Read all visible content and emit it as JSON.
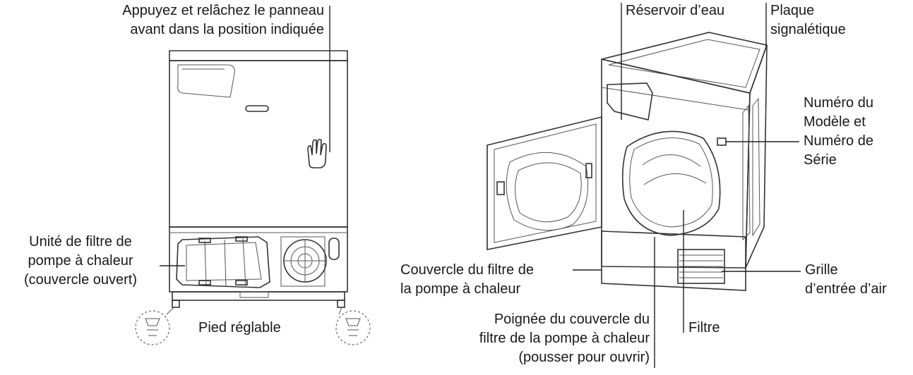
{
  "labels": {
    "press_panel": "Appuyez et relâchez le panneau\navant dans la position indiquée",
    "heat_pump_filter_unit": "Unité de filtre de\npompe à chaleur\n(couvercle ouvert)",
    "adjustable_foot": "Pied réglable",
    "water_tank": "Réservoir d’eau",
    "rating_plate": "Plaque\nsignalétique",
    "model_serial_number": "Numéro du\nModèle et\nNuméro de\nSérie",
    "filter_cover": "Couvercle du filtre de\nla pompe à chaleur",
    "air_inlet_grille": "Grille\nd’entrée d’air",
    "filter_cover_handle": "Poignée du couvercle du\nfiltre de la pompe à chaleur\n(pousser pour ouvrir)",
    "filter": "Filtre"
  }
}
